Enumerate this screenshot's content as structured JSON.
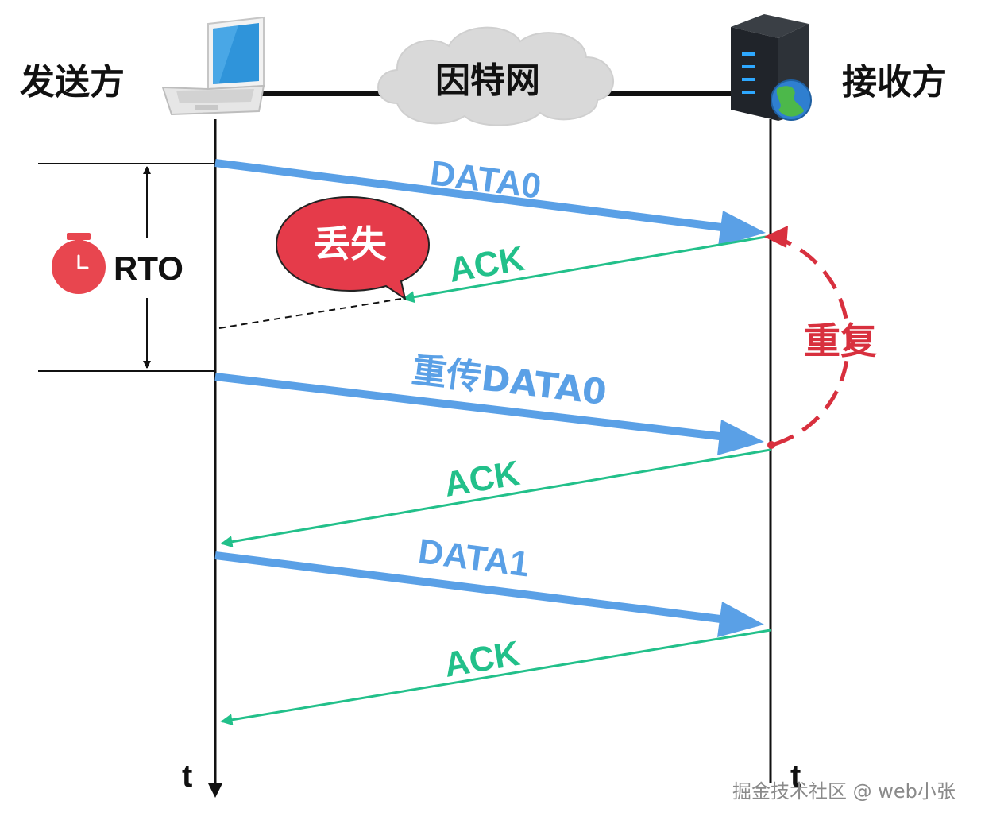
{
  "header": {
    "sender_label": "发送方",
    "network_label": "因特网",
    "receiver_label": "接收方"
  },
  "timer": {
    "label": "RTO",
    "icon": "stopwatch-icon"
  },
  "messages": [
    {
      "id": "data0",
      "label": "DATA0",
      "kind": "data"
    },
    {
      "id": "ack0",
      "label": "ACK",
      "kind": "ack",
      "lost": true
    },
    {
      "id": "data0-retx",
      "label": "重传DATA0",
      "kind": "data"
    },
    {
      "id": "ack0-dup",
      "label": "ACK",
      "kind": "ack"
    },
    {
      "id": "data1",
      "label": "DATA1",
      "kind": "data"
    },
    {
      "id": "ack1",
      "label": "ACK",
      "kind": "ack"
    }
  ],
  "annotations": {
    "lost_bubble": "丢失",
    "duplicate_label": "重复"
  },
  "axes": {
    "sender_time": "t",
    "receiver_time": "t"
  },
  "watermark": "掘金技术社区 @ web小张",
  "colors": {
    "data": "#5aa0e6",
    "ack": "#22c08a",
    "lost": "#e53b4a",
    "duplicate": "#d8303e",
    "line": "#111111"
  }
}
